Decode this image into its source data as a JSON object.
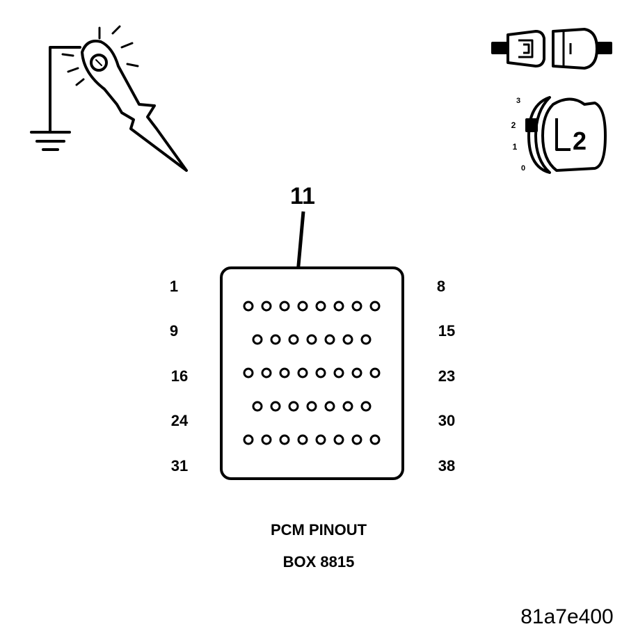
{
  "pin_callout": "11",
  "row_labels_left": [
    "1",
    "9",
    "16",
    "24",
    "31"
  ],
  "row_labels_right": [
    "8",
    "15",
    "23",
    "30",
    "38"
  ],
  "pin_rows": [
    8,
    7,
    8,
    7,
    8
  ],
  "caption_line1": "PCM PINOUT",
  "caption_line2": "BOX 8815",
  "figure_id": "81a7e400",
  "ignition_positions": [
    "3",
    "2",
    "1",
    "0"
  ],
  "ignition_key_number": "2",
  "icons": {
    "test_light": "test-light-probe-icon",
    "ground": "ground-symbol-icon",
    "connector": "disconnected-connector-icon",
    "ignition": "ignition-switch-icon"
  }
}
